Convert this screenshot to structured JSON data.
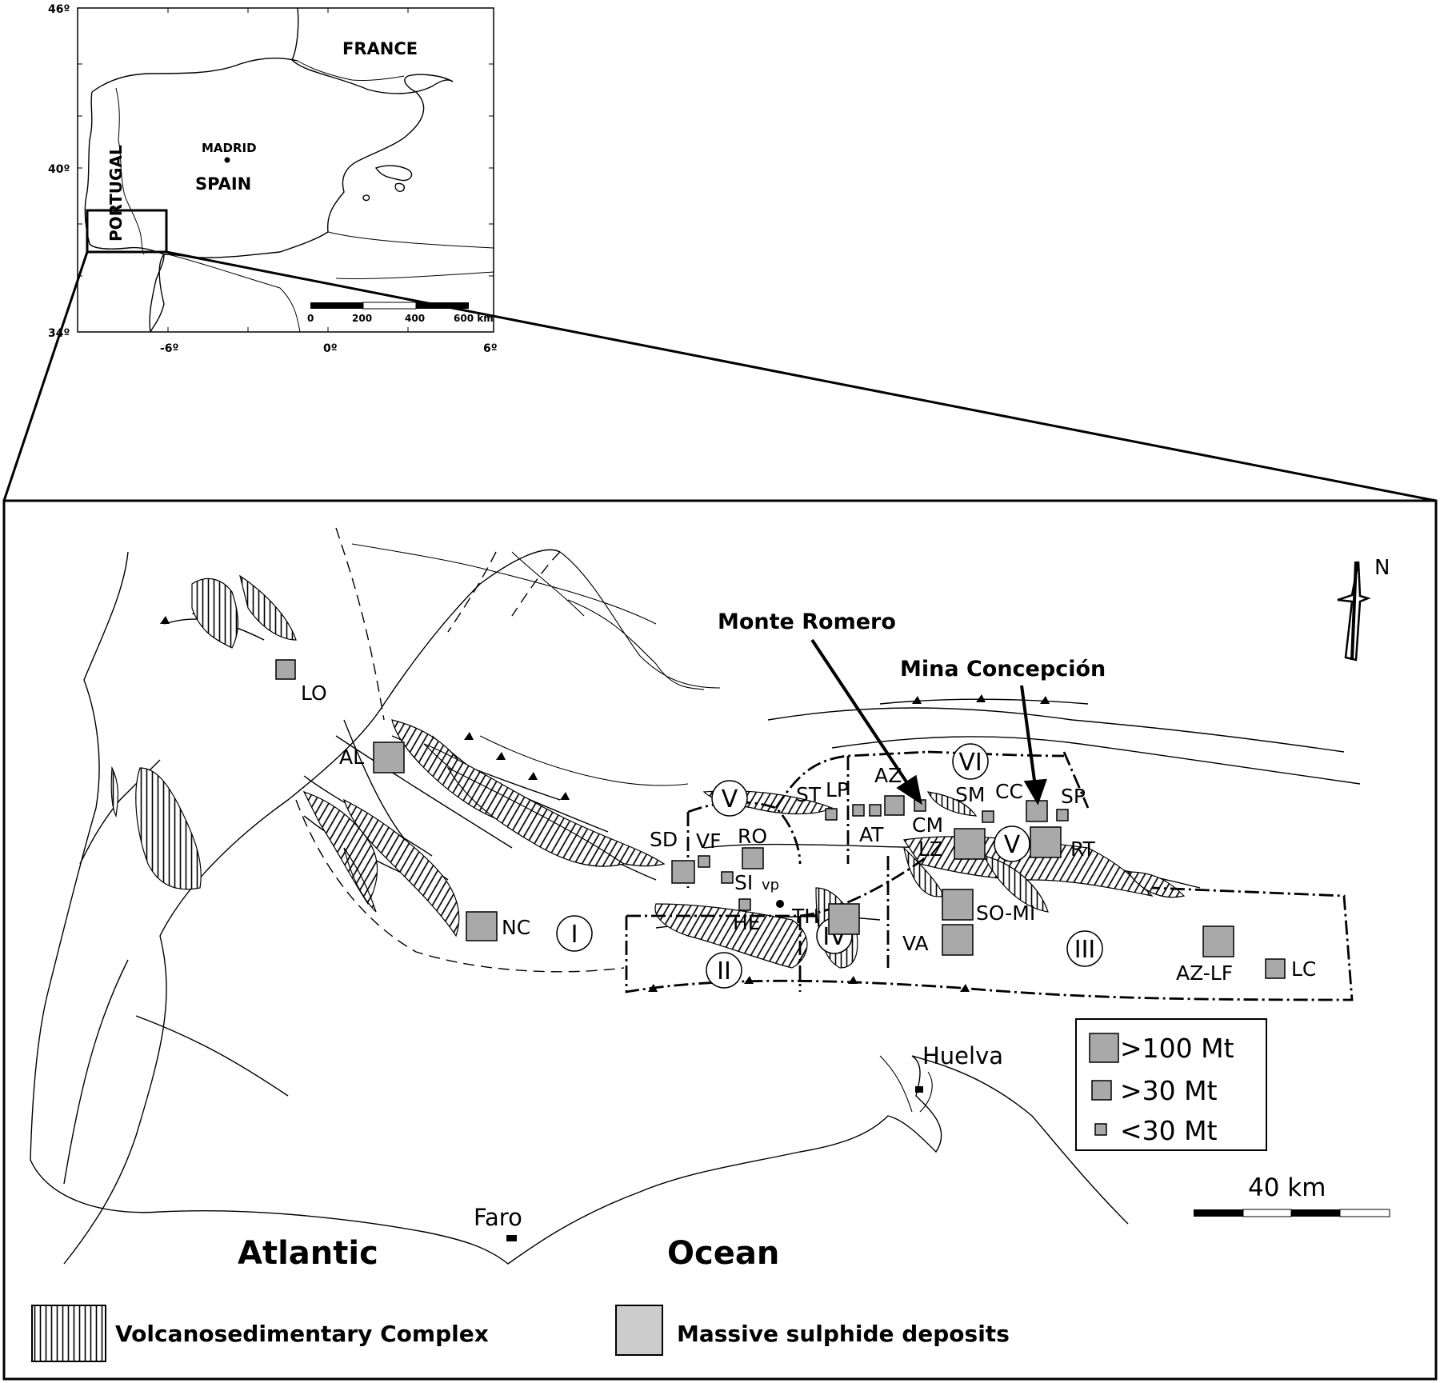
{
  "inset": {
    "countries": {
      "france": "FRANCE",
      "spain": "SPAIN",
      "portugal": "PORTUGAL"
    },
    "city": "MADRID",
    "lat_labels": [
      "46º",
      "40º",
      "34º"
    ],
    "lon_labels": [
      "-6º",
      "0º",
      "6º"
    ],
    "scale_labels": [
      "0",
      "200",
      "400",
      "600 km"
    ]
  },
  "main": {
    "callouts": {
      "monte_romero": "Monte Romero",
      "mina_concepcion": "Mina Concepción"
    },
    "north_label": "N",
    "zone_labels": [
      "I",
      "II",
      "III",
      "IV",
      "V",
      "VI",
      "V"
    ],
    "deposit_labels": {
      "lo": "LO",
      "al": "AL",
      "nc": "NC",
      "sd": "SD",
      "vf": "VF",
      "ro": "RO",
      "si": "SI",
      "vp": "vp",
      "he": "HE",
      "th": "TH",
      "st": "ST",
      "lp": "LP",
      "az": "AZ",
      "at": "AT",
      "cm": "CM",
      "lz": "LZ",
      "sm": "SM",
      "cc": "CC",
      "sp": "SP",
      "rt": "RT",
      "so_mi": "SO-MI",
      "va": "VA",
      "az_lf": "AZ-LF",
      "lc": "LC"
    },
    "places": {
      "huelva": "Huelva",
      "faro": "Faro"
    },
    "sea": {
      "atlantic": "Atlantic",
      "ocean": "Ocean"
    },
    "size_legend": [
      ">100 Mt",
      ">30 Mt",
      "<30 Mt"
    ],
    "scale_label": "40 km"
  },
  "legend": {
    "volcanosedimentary": "Volcanosedimentary Complex",
    "massive_sulphide": "Massive sulphide deposits"
  },
  "colors": {
    "deposit_fill": "#a9a9a9",
    "legend_fill": "#cccccc",
    "line": "#000000"
  }
}
